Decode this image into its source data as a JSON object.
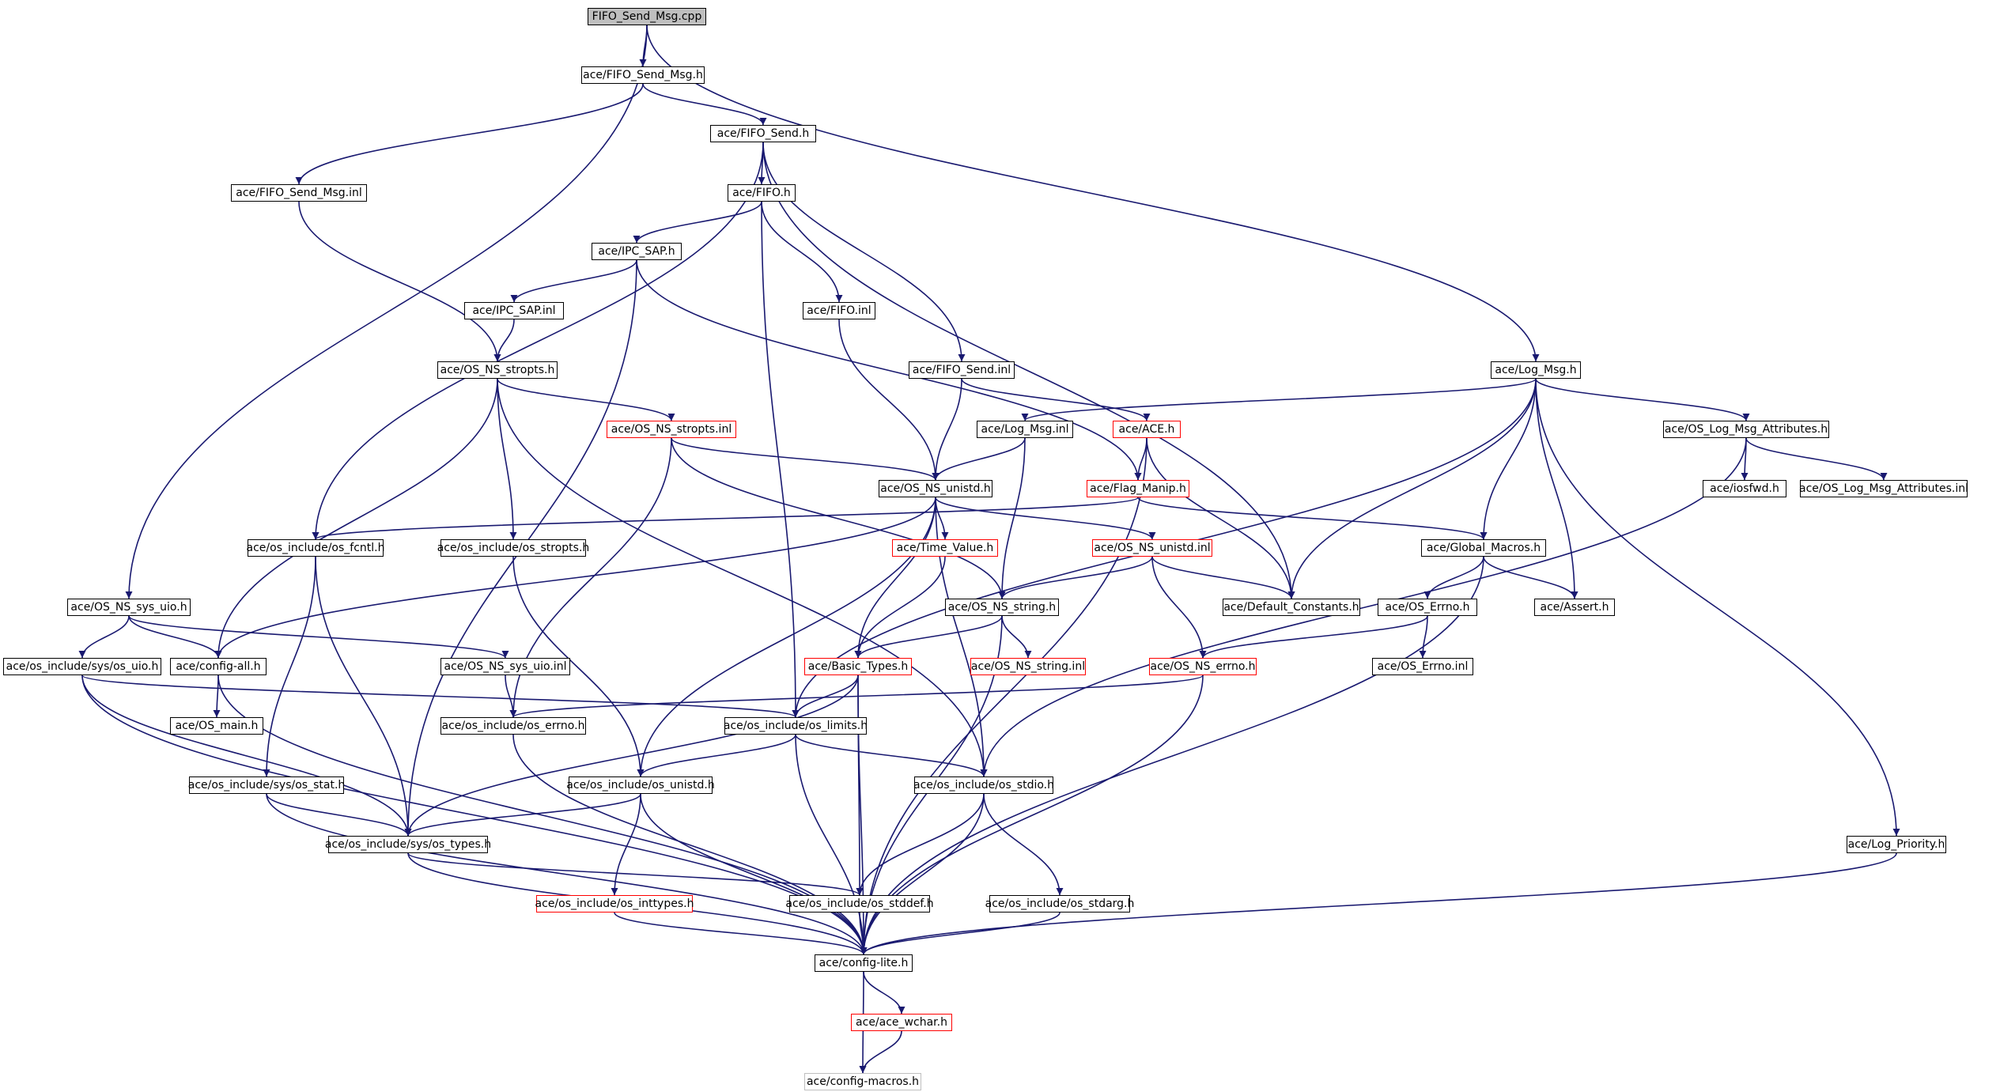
{
  "nodes": [
    {
      "id": "fifo_send_msg_cpp",
      "label": "FIFO_Send_Msg.cpp",
      "style": "root"
    },
    {
      "id": "fifo_send_msg_h",
      "label": "ace/FIFO_Send_Msg.h",
      "style": "normal"
    },
    {
      "id": "fifo_send_h",
      "label": "ace/FIFO_Send.h",
      "style": "normal"
    },
    {
      "id": "fifo_send_msg_inl",
      "label": "ace/FIFO_Send_Msg.inl",
      "style": "normal"
    },
    {
      "id": "fifo_h",
      "label": "ace/FIFO.h",
      "style": "normal"
    },
    {
      "id": "ipc_sap_h",
      "label": "ace/IPC_SAP.h",
      "style": "normal"
    },
    {
      "id": "ipc_sap_inl",
      "label": "ace/IPC_SAP.inl",
      "style": "normal"
    },
    {
      "id": "fifo_inl",
      "label": "ace/FIFO.inl",
      "style": "normal"
    },
    {
      "id": "os_ns_stropts_h",
      "label": "ace/OS_NS_stropts.h",
      "style": "normal"
    },
    {
      "id": "fifo_send_inl",
      "label": "ace/FIFO_Send.inl",
      "style": "normal"
    },
    {
      "id": "log_msg_h",
      "label": "ace/Log_Msg.h",
      "style": "normal"
    },
    {
      "id": "os_ns_stropts_inl",
      "label": "ace/OS_NS_stropts.inl",
      "style": "red"
    },
    {
      "id": "log_msg_inl",
      "label": "ace/Log_Msg.inl",
      "style": "normal"
    },
    {
      "id": "ace_h",
      "label": "ace/ACE.h",
      "style": "red"
    },
    {
      "id": "os_log_msg_attributes_h",
      "label": "ace/OS_Log_Msg_Attributes.h",
      "style": "normal"
    },
    {
      "id": "os_ns_unistd_h",
      "label": "ace/OS_NS_unistd.h",
      "style": "normal"
    },
    {
      "id": "flag_manip_h",
      "label": "ace/Flag_Manip.h",
      "style": "red"
    },
    {
      "id": "iosfwd_h",
      "label": "ace/iosfwd.h",
      "style": "normal"
    },
    {
      "id": "os_log_msg_attributes_inl",
      "label": "ace/OS_Log_Msg_Attributes.inl",
      "style": "normal"
    },
    {
      "id": "os_fcntl_h",
      "label": "ace/os_include/os_fcntl.h",
      "style": "normal"
    },
    {
      "id": "os_stropts_h",
      "label": "ace/os_include/os_stropts.h",
      "style": "normal"
    },
    {
      "id": "time_value_h",
      "label": "ace/Time_Value.h",
      "style": "red"
    },
    {
      "id": "os_ns_unistd_inl",
      "label": "ace/OS_NS_unistd.inl",
      "style": "red"
    },
    {
      "id": "global_macros_h",
      "label": "ace/Global_Macros.h",
      "style": "normal"
    },
    {
      "id": "os_ns_sys_uio_h",
      "label": "ace/OS_NS_sys_uio.h",
      "style": "normal"
    },
    {
      "id": "os_ns_string_h",
      "label": "ace/OS_NS_string.h",
      "style": "normal"
    },
    {
      "id": "default_constants_h",
      "label": "ace/Default_Constants.h",
      "style": "normal"
    },
    {
      "id": "os_errno_h",
      "label": "ace/OS_Errno.h",
      "style": "normal"
    },
    {
      "id": "assert_h",
      "label": "ace/Assert.h",
      "style": "normal"
    },
    {
      "id": "sys_os_uio_h",
      "label": "ace/os_include/sys/os_uio.h",
      "style": "normal"
    },
    {
      "id": "config_all_h",
      "label": "ace/config-all.h",
      "style": "normal"
    },
    {
      "id": "os_ns_sys_uio_inl",
      "label": "ace/OS_NS_sys_uio.inl",
      "style": "normal"
    },
    {
      "id": "basic_types_h",
      "label": "ace/Basic_Types.h",
      "style": "red"
    },
    {
      "id": "os_ns_string_inl",
      "label": "ace/OS_NS_string.inl",
      "style": "red"
    },
    {
      "id": "os_ns_errno_h",
      "label": "ace/OS_NS_errno.h",
      "style": "red"
    },
    {
      "id": "os_errno_inl",
      "label": "ace/OS_Errno.inl",
      "style": "normal"
    },
    {
      "id": "os_main_h",
      "label": "ace/OS_main.h",
      "style": "normal"
    },
    {
      "id": "os_errno_h_inc",
      "label": "ace/os_include/os_errno.h",
      "style": "normal"
    },
    {
      "id": "os_limits_h",
      "label": "ace/os_include/os_limits.h",
      "style": "normal"
    },
    {
      "id": "sys_os_stat_h",
      "label": "ace/os_include/sys/os_stat.h",
      "style": "normal"
    },
    {
      "id": "os_unistd_h_inc",
      "label": "ace/os_include/os_unistd.h",
      "style": "normal"
    },
    {
      "id": "os_stdio_h",
      "label": "ace/os_include/os_stdio.h",
      "style": "normal"
    },
    {
      "id": "sys_os_types_h",
      "label": "ace/os_include/sys/os_types.h",
      "style": "normal"
    },
    {
      "id": "log_priority_h",
      "label": "ace/Log_Priority.h",
      "style": "normal"
    },
    {
      "id": "os_inttypes_h",
      "label": "ace/os_include/os_inttypes.h",
      "style": "red"
    },
    {
      "id": "os_stddef_h",
      "label": "ace/os_include/os_stddef.h",
      "style": "normal"
    },
    {
      "id": "os_stdarg_h",
      "label": "ace/os_include/os_stdarg.h",
      "style": "normal"
    },
    {
      "id": "config_lite_h",
      "label": "ace/config-lite.h",
      "style": "normal"
    },
    {
      "id": "ace_wchar_h",
      "label": "ace/ace_wchar.h",
      "style": "red"
    },
    {
      "id": "config_macros_h",
      "label": "ace/config-macros.h",
      "style": "grey"
    }
  ],
  "edges": [
    [
      "fifo_send_msg_cpp",
      "fifo_send_msg_h"
    ],
    [
      "fifo_send_msg_cpp",
      "os_ns_sys_uio_h"
    ],
    [
      "fifo_send_msg_cpp",
      "log_msg_h"
    ],
    [
      "fifo_send_msg_h",
      "fifo_send_h"
    ],
    [
      "fifo_send_msg_h",
      "fifo_send_msg_inl"
    ],
    [
      "fifo_send_h",
      "fifo_h"
    ],
    [
      "fifo_send_h",
      "fifo_send_inl"
    ],
    [
      "fifo_send_h",
      "os_fcntl_h"
    ],
    [
      "fifo_send_h",
      "default_constants_h"
    ],
    [
      "fifo_send_msg_inl",
      "os_ns_stropts_h"
    ],
    [
      "fifo_h",
      "ipc_sap_h"
    ],
    [
      "fifo_h",
      "fifo_inl"
    ],
    [
      "fifo_h",
      "os_limits_h"
    ],
    [
      "ipc_sap_h",
      "ipc_sap_inl"
    ],
    [
      "ipc_sap_h",
      "flag_manip_h"
    ],
    [
      "ipc_sap_h",
      "sys_os_types_h"
    ],
    [
      "ipc_sap_inl",
      "os_ns_stropts_h"
    ],
    [
      "fifo_inl",
      "os_ns_unistd_h"
    ],
    [
      "fifo_send_inl",
      "os_ns_unistd_h"
    ],
    [
      "fifo_send_inl",
      "ace_h"
    ],
    [
      "os_ns_stropts_h",
      "os_ns_stropts_inl"
    ],
    [
      "os_ns_stropts_h",
      "config_all_h"
    ],
    [
      "os_ns_stropts_h",
      "os_stropts_h"
    ],
    [
      "os_ns_stropts_h",
      "os_stdio_h"
    ],
    [
      "os_ns_stropts_inl",
      "os_ns_unistd_h"
    ],
    [
      "os_ns_stropts_inl",
      "os_ns_string_h"
    ],
    [
      "os_ns_stropts_inl",
      "os_errno_h_inc"
    ],
    [
      "log_msg_h",
      "log_msg_inl"
    ],
    [
      "log_msg_h",
      "os_log_msg_attributes_h"
    ],
    [
      "log_msg_h",
      "global_macros_h"
    ],
    [
      "log_msg_h",
      "default_constants_h"
    ],
    [
      "log_msg_h",
      "assert_h"
    ],
    [
      "log_msg_h",
      "os_limits_h"
    ],
    [
      "log_msg_h",
      "log_priority_h"
    ],
    [
      "log_msg_inl",
      "os_ns_unistd_h"
    ],
    [
      "log_msg_inl",
      "os_ns_string_h"
    ],
    [
      "ace_h",
      "flag_manip_h"
    ],
    [
      "ace_h",
      "default_constants_h"
    ],
    [
      "ace_h",
      "config_lite_h"
    ],
    [
      "os_log_msg_attributes_h",
      "iosfwd_h"
    ],
    [
      "os_log_msg_attributes_h",
      "os_log_msg_attributes_inl"
    ],
    [
      "os_log_msg_attributes_h",
      "os_stdio_h"
    ],
    [
      "flag_manip_h",
      "global_macros_h"
    ],
    [
      "flag_manip_h",
      "os_fcntl_h"
    ],
    [
      "os_ns_unistd_h",
      "time_value_h"
    ],
    [
      "os_ns_unistd_h",
      "os_ns_unistd_inl"
    ],
    [
      "os_ns_unistd_h",
      "basic_types_h"
    ],
    [
      "os_ns_unistd_h",
      "config_all_h"
    ],
    [
      "os_ns_unistd_h",
      "os_unistd_h_inc"
    ],
    [
      "os_ns_unistd_h",
      "os_stdio_h"
    ],
    [
      "os_fcntl_h",
      "sys_os_stat_h"
    ],
    [
      "os_fcntl_h",
      "sys_os_types_h"
    ],
    [
      "os_stropts_h",
      "os_unistd_h_inc"
    ],
    [
      "time_value_h",
      "basic_types_h"
    ],
    [
      "os_ns_unistd_inl",
      "os_ns_string_h"
    ],
    [
      "os_ns_unistd_inl",
      "os_ns_errno_h"
    ],
    [
      "os_ns_unistd_inl",
      "default_constants_h"
    ],
    [
      "global_macros_h",
      "os_errno_h"
    ],
    [
      "global_macros_h",
      "assert_h"
    ],
    [
      "global_macros_h",
      "config_lite_h"
    ],
    [
      "os_ns_sys_uio_h",
      "sys_os_uio_h"
    ],
    [
      "os_ns_sys_uio_h",
      "config_all_h"
    ],
    [
      "os_ns_sys_uio_h",
      "os_ns_sys_uio_inl"
    ],
    [
      "os_ns_string_h",
      "basic_types_h"
    ],
    [
      "os_ns_string_h",
      "os_ns_string_inl"
    ],
    [
      "os_ns_string_h",
      "config_lite_h"
    ],
    [
      "os_errno_h",
      "os_errno_inl"
    ],
    [
      "os_errno_h",
      "os_ns_errno_h"
    ],
    [
      "sys_os_uio_h",
      "os_limits_h"
    ],
    [
      "sys_os_uio_h",
      "sys_os_types_h"
    ],
    [
      "sys_os_uio_h",
      "config_lite_h"
    ],
    [
      "config_all_h",
      "os_main_h"
    ],
    [
      "config_all_h",
      "config_lite_h"
    ],
    [
      "os_ns_sys_uio_inl",
      "os_errno_h_inc"
    ],
    [
      "basic_types_h",
      "os_limits_h"
    ],
    [
      "basic_types_h",
      "sys_os_types_h"
    ],
    [
      "basic_types_h",
      "os_stddef_h"
    ],
    [
      "basic_types_h",
      "config_lite_h"
    ],
    [
      "os_ns_errno_h",
      "os_errno_h_inc"
    ],
    [
      "os_ns_errno_h",
      "config_lite_h"
    ],
    [
      "os_errno_h_inc",
      "config_lite_h"
    ],
    [
      "os_limits_h",
      "os_unistd_h_inc"
    ],
    [
      "os_limits_h",
      "os_stdio_h"
    ],
    [
      "os_limits_h",
      "config_lite_h"
    ],
    [
      "sys_os_stat_h",
      "sys_os_types_h"
    ],
    [
      "sys_os_stat_h",
      "config_lite_h"
    ],
    [
      "os_unistd_h_inc",
      "sys_os_types_h"
    ],
    [
      "os_unistd_h_inc",
      "os_inttypes_h"
    ],
    [
      "os_unistd_h_inc",
      "config_lite_h"
    ],
    [
      "os_stdio_h",
      "os_stddef_h"
    ],
    [
      "os_stdio_h",
      "os_stdarg_h"
    ],
    [
      "os_stdio_h",
      "config_lite_h"
    ],
    [
      "sys_os_types_h",
      "os_stddef_h"
    ],
    [
      "sys_os_types_h",
      "config_lite_h"
    ],
    [
      "log_priority_h",
      "config_lite_h"
    ],
    [
      "os_inttypes_h",
      "config_lite_h"
    ],
    [
      "os_stddef_h",
      "config_lite_h"
    ],
    [
      "os_stdarg_h",
      "config_lite_h"
    ],
    [
      "config_lite_h",
      "ace_wchar_h"
    ],
    [
      "config_lite_h",
      "config_macros_h"
    ],
    [
      "ace_wchar_h",
      "config_macros_h"
    ]
  ]
}
